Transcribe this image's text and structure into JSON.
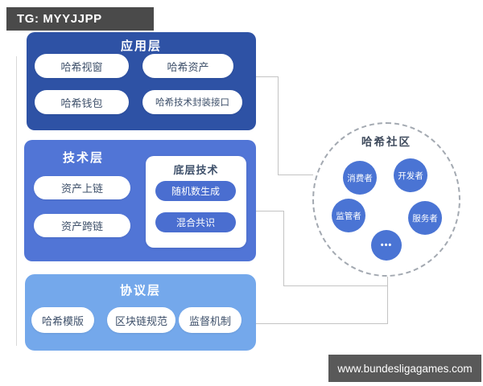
{
  "tg_badge": "TG: MYYJJPP",
  "website_badge": "www.bundesligagames.com",
  "diagram": {
    "layers": {
      "application": {
        "title": "应用层",
        "pills": [
          "哈希视窗",
          "哈希资产",
          "哈希钱包",
          "哈希技术封装接口"
        ]
      },
      "technology": {
        "title": "技术层",
        "pills": [
          "资产上链",
          "资产跨链"
        ],
        "sub_panel": {
          "title": "底层技术",
          "pills": [
            "随机数生成",
            "混合共识"
          ]
        }
      },
      "protocol": {
        "title": "协议层",
        "pills": [
          "哈希模版",
          "区块链规范",
          "监督机制"
        ]
      }
    },
    "community": {
      "title": "哈希社区",
      "members": [
        "消费者",
        "开发者",
        "监管者",
        "服务者",
        "•••"
      ]
    }
  },
  "colors": {
    "application_layer_bg": "#2e52a5",
    "technology_layer_bg": "#5175d6",
    "protocol_layer_bg": "#74a8eb",
    "inner_pill_bg": "#4a6ed0",
    "member_circle_bg": "#4a74d4",
    "tg_badge_bg": "#4a4a4a",
    "website_badge_bg": "#595959",
    "connector_line": "#c4c4c4",
    "dashed_ring": "#a3a9b1"
  }
}
